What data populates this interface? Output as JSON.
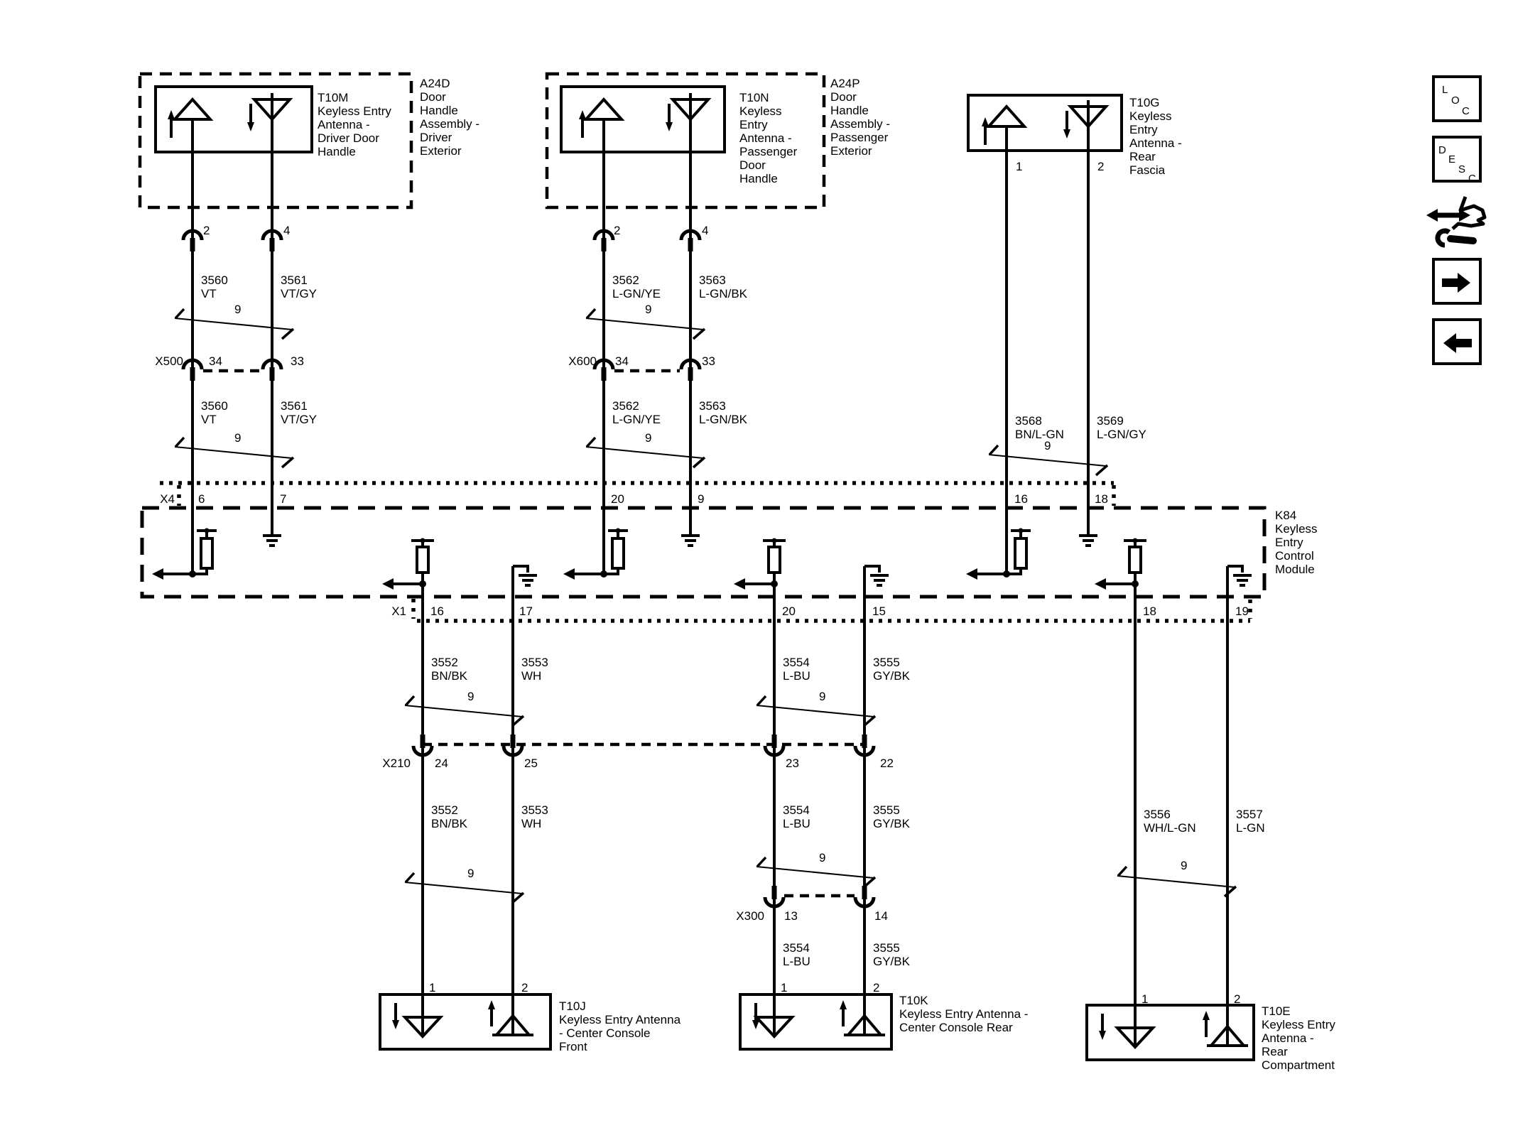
{
  "colors": {
    "ink": "#000000",
    "bg": "#ffffff"
  },
  "components": {
    "t10m": {
      "id": "T10M",
      "name": [
        "Keyless Entry",
        "Antenna -",
        "Driver Door",
        "Handle"
      ]
    },
    "a24d": {
      "id": "A24D",
      "name": [
        "Door",
        "Handle",
        "Assembly -",
        "Driver",
        "Exterior"
      ]
    },
    "t10n": {
      "id": "T10N",
      "name": [
        "Keyless",
        "Entry",
        "Antenna -",
        "Passenger",
        "Door",
        "Handle"
      ]
    },
    "a24p": {
      "id": "A24P",
      "name": [
        "Door",
        "Handle",
        "Assembly -",
        "Passenger",
        "Exterior"
      ]
    },
    "t10g": {
      "id": "T10G",
      "name": [
        "Keyless",
        "Entry",
        "Antenna -",
        "Rear",
        "Fascia"
      ]
    },
    "k84": {
      "id": "K84",
      "name": [
        "Keyless",
        "Entry",
        "Control",
        "Module"
      ]
    },
    "t10j": {
      "id": "T10J",
      "name": [
        "Keyless Entry Antenna",
        "- Center Console",
        "Front"
      ]
    },
    "t10k": {
      "id": "T10K",
      "name": [
        "Keyless Entry Antenna -",
        "Center Console Rear"
      ]
    },
    "t10e": {
      "id": "T10E",
      "name": [
        "Keyless Entry",
        "Antenna -",
        "Rear",
        "Compartment"
      ]
    }
  },
  "connectors": {
    "x500": {
      "id": "X500",
      "pins": [
        "34",
        "33"
      ]
    },
    "x600": {
      "id": "X600",
      "pins": [
        "34",
        "33"
      ]
    },
    "x210": {
      "id": "X210",
      "pins": [
        "24",
        "25",
        "23",
        "22"
      ]
    },
    "x300": {
      "id": "X300",
      "pins": [
        "13",
        "14"
      ]
    },
    "x4": {
      "id": "X4",
      "pins": [
        "6",
        "7",
        "20",
        "9",
        "16",
        "18"
      ]
    },
    "x1": {
      "id": "X1",
      "pins": [
        "16",
        "17",
        "20",
        "15",
        "18",
        "19"
      ]
    }
  },
  "component_pins": {
    "t10m": [
      "2",
      "4"
    ],
    "t10n": [
      "2",
      "4"
    ],
    "t10g": [
      "1",
      "2"
    ],
    "t10j": [
      "1",
      "2"
    ],
    "t10k": [
      "1",
      "2"
    ],
    "t10e": [
      "1",
      "2"
    ]
  },
  "wires": {
    "3560": {
      "circuit": "3560",
      "color": "VT"
    },
    "3561": {
      "circuit": "3561",
      "color": "VT/GY"
    },
    "3562": {
      "circuit": "3562",
      "color": "L-GN/YE"
    },
    "3563": {
      "circuit": "3563",
      "color": "L-GN/BK"
    },
    "3568": {
      "circuit": "3568",
      "color": "BN/L-GN"
    },
    "3569": {
      "circuit": "3569",
      "color": "L-GN/GY"
    },
    "3552": {
      "circuit": "3552",
      "color": "BN/BK"
    },
    "3553": {
      "circuit": "3553",
      "color": "WH"
    },
    "3554": {
      "circuit": "3554",
      "color": "L-BU"
    },
    "3555": {
      "circuit": "3555",
      "color": "GY/BK"
    },
    "3556": {
      "circuit": "3556",
      "color": "WH/L-GN"
    },
    "3557": {
      "circuit": "3557",
      "color": "L-GN"
    }
  },
  "twisted_pair_label": "9",
  "nav": {
    "loc_letters": [
      "L",
      "O",
      "C"
    ],
    "desc_letters": [
      "D",
      "E",
      "S",
      "C"
    ]
  }
}
